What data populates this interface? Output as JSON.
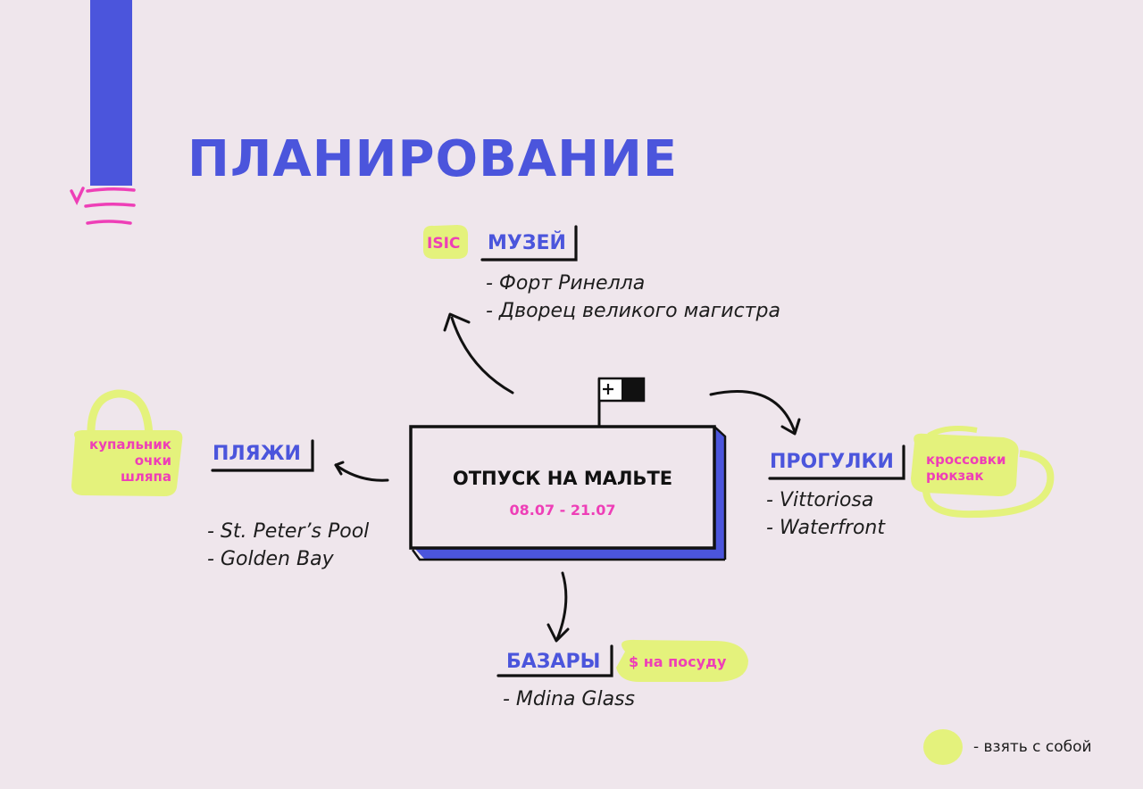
{
  "title": "ПЛАНИРОВАНИЕ",
  "center": {
    "title": "ОТПУСК НА МАЛЬТЕ",
    "dates": "08.07 - 21.07"
  },
  "museum": {
    "label": "МУЗЕЙ",
    "tag": "ISIC",
    "items": [
      "- Форт Ринелла",
      "- Дворец великого магистра"
    ]
  },
  "beaches": {
    "label": "ПЛЯЖИ",
    "take": [
      "купальник",
      "очки",
      "шляпа"
    ],
    "items": [
      "- St. Peter’s Pool",
      "- Golden Bay"
    ]
  },
  "walks": {
    "label": "ПРОГУЛКИ",
    "take": [
      "кроссовки",
      "рюкзак"
    ],
    "items": [
      "- Vittoriosa",
      "- Waterfront"
    ]
  },
  "markets": {
    "label": "БАЗАРЫ",
    "tag": "$ на посуду",
    "items": [
      "- Mdina Glass"
    ]
  },
  "legend": {
    "label": "- взять с собой"
  },
  "colors": {
    "background": "#efe6ec",
    "accent_blue": "#4b55dc",
    "highlight_yellow": "#e4f27c",
    "pink": "#ee3fb7",
    "ink": "#111111"
  }
}
